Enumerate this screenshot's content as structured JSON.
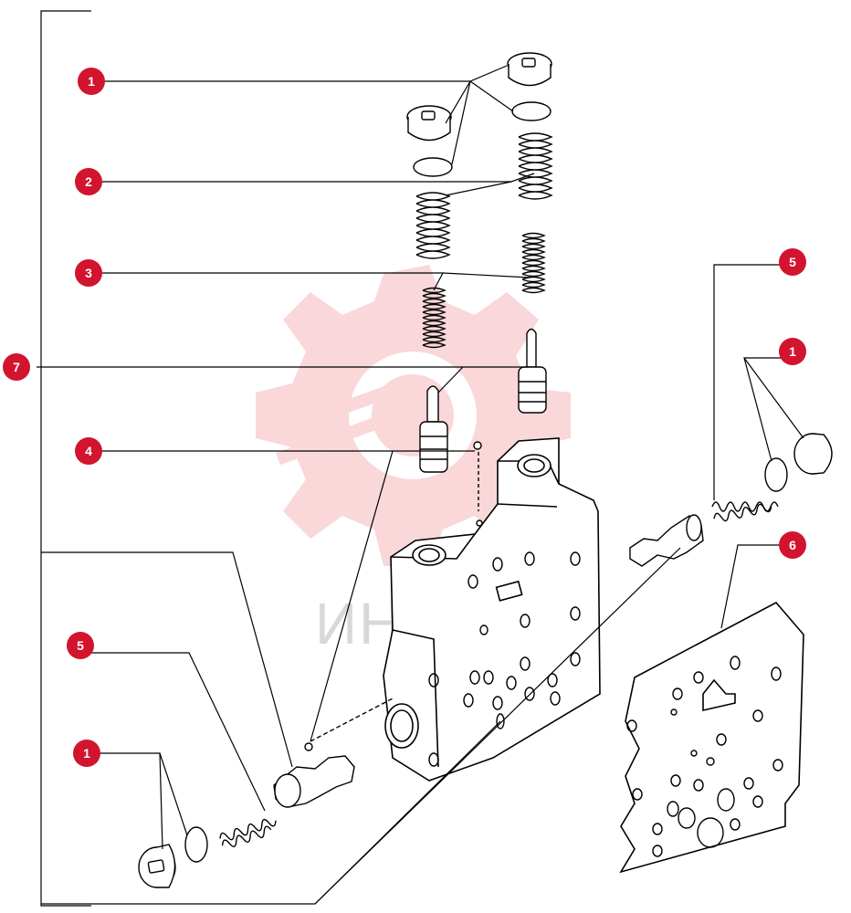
{
  "watermark": {
    "text": "ИНТЕХ",
    "color": "#f2a8ad"
  },
  "callouts": [
    {
      "id": "c1-top",
      "number": "1"
    },
    {
      "id": "c2",
      "number": "2"
    },
    {
      "id": "c3",
      "number": "3"
    },
    {
      "id": "c7",
      "number": "7"
    },
    {
      "id": "c4",
      "number": "4"
    },
    {
      "id": "c5-right",
      "number": "5"
    },
    {
      "id": "c1-right",
      "number": "1"
    },
    {
      "id": "c6",
      "number": "6"
    },
    {
      "id": "c5-left",
      "number": "5"
    },
    {
      "id": "c1-left",
      "number": "1"
    }
  ],
  "colors": {
    "callout": "#d2142e",
    "ink": "#000000",
    "paper": "#ffffff"
  }
}
